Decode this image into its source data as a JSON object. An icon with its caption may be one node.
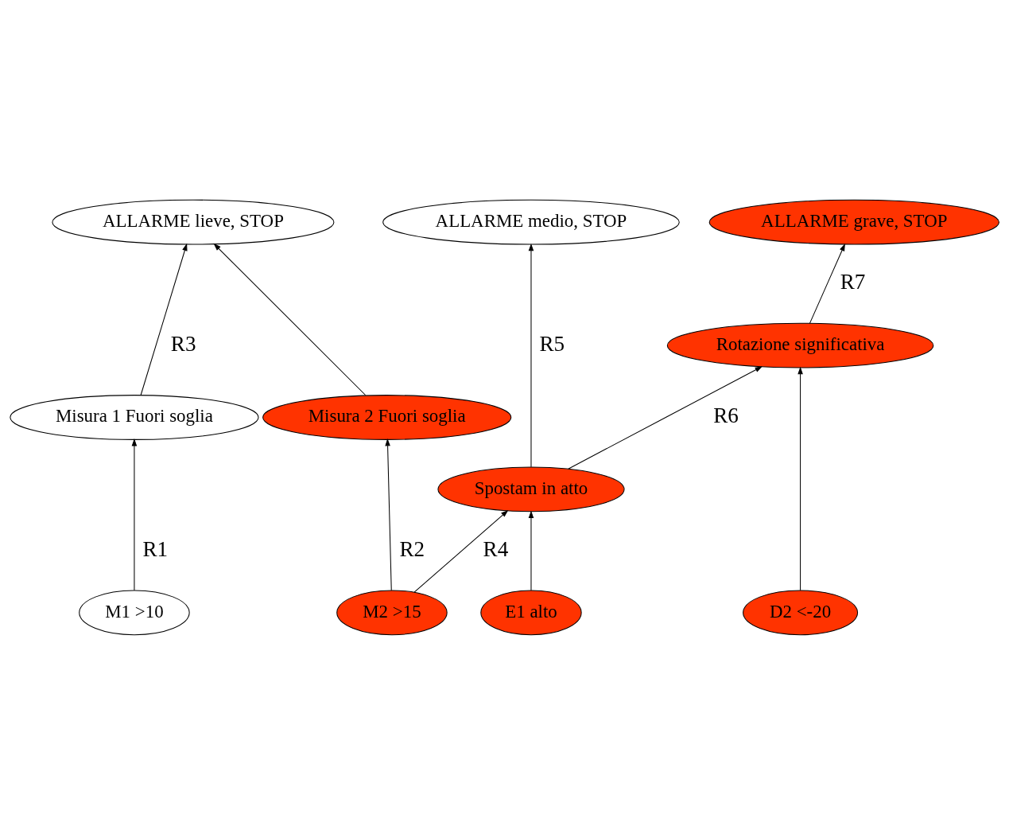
{
  "diagram": {
    "nodes": [
      {
        "text": [
          "ALLARME lieve, STOP"
        ]
      },
      {
        "text": [
          "ALLARME medio, STOP"
        ]
      },
      {
        "text": [
          "ALLARME grave, STOP"
        ]
      },
      {
        "text": [
          "Rotazione significativa"
        ]
      },
      {
        "text": [
          "Misura 1 Fuori soglia"
        ]
      },
      {
        "text": [
          "Misura 2 Fuori soglia"
        ]
      },
      {
        "text": [
          "Spostam in atto"
        ]
      },
      {
        "text": [
          "M1 >10"
        ]
      },
      {
        "text": [
          "M2 >15"
        ]
      },
      {
        "text": [
          "E1 alto"
        ]
      },
      {
        "text": [
          "D2 <-20"
        ]
      }
    ],
    "edges": [
      {
        "from": 7,
        "to": 4,
        "arrow": "to",
        "label": "R1"
      },
      {
        "from": 8,
        "to": 5,
        "arrow": "to",
        "label": "R2"
      },
      {
        "from": 4,
        "to": 0,
        "arrow": "to",
        "label": "R3"
      },
      {
        "from": 5,
        "to": 0,
        "arrow": "to"
      },
      {
        "from": 8,
        "to": 6,
        "arrow": "to",
        "label": "R4"
      },
      {
        "from": 9,
        "to": 6,
        "arrow": "to"
      },
      {
        "from": 6,
        "to": 1,
        "arrow": "to",
        "label": "R5"
      },
      {
        "from": 6,
        "to": 3,
        "arrow": "to",
        "label": "R6"
      },
      {
        "from": 10,
        "to": 3,
        "arrow": "to"
      },
      {
        "from": 3,
        "to": 2,
        "arrow": "to",
        "label": "R7"
      }
    ]
  }
}
